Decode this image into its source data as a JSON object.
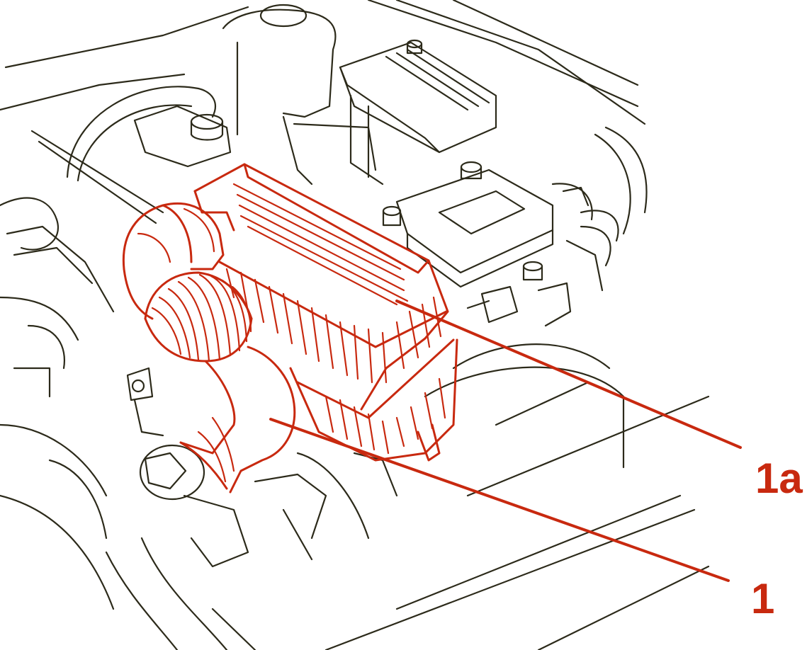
{
  "callouts": [
    {
      "id": "1a",
      "label": "1a"
    },
    {
      "id": "1",
      "label": "1"
    }
  ],
  "colors": {
    "highlight": "#c8290f",
    "linework": "#2c2a1a",
    "background": "#ffffff"
  }
}
